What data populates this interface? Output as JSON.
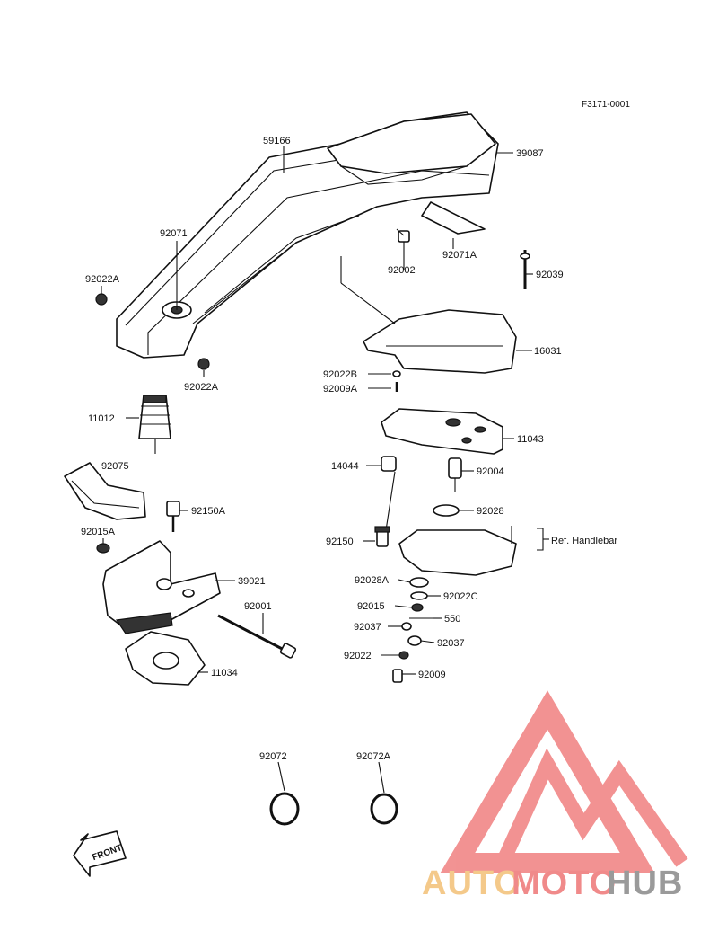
{
  "figure_code": "F3171-0001",
  "labels": {
    "p59166": "59166",
    "p39087": "39087",
    "p92071": "92071",
    "p92071A": "92071A",
    "p92002": "92002",
    "p92039": "92039",
    "p92022A_left": "92022A",
    "p92022A_mid": "92022A",
    "p16031": "16031",
    "p92022B": "92022B",
    "p92009A": "92009A",
    "p11012": "11012",
    "p11043": "11043",
    "p92075": "92075",
    "p14044": "14044",
    "p92004": "92004",
    "p92150A": "92150A",
    "p92028": "92028",
    "p92015A": "92015A",
    "p92150": "92150",
    "p_ref": "Ref. Handlebar",
    "p39021": "39021",
    "p92028A": "92028A",
    "p92001": "92001",
    "p92015": "92015",
    "p92022C": "92022C",
    "p550": "550",
    "p92037_left": "92037",
    "p92037_right": "92037",
    "p11034": "11034",
    "p92022": "92022",
    "p92009": "92009",
    "p92072": "92072",
    "p92072A": "92072A"
  },
  "front_arrow": "FRONT",
  "watermark": {
    "auto": "AUTO",
    "moto": "MOTO",
    "hub": "HUB",
    "colors": {
      "auto": "#f4c98a",
      "moto": "#f08a8a",
      "hub": "#9a9a9a",
      "logo": "#f08080"
    }
  }
}
